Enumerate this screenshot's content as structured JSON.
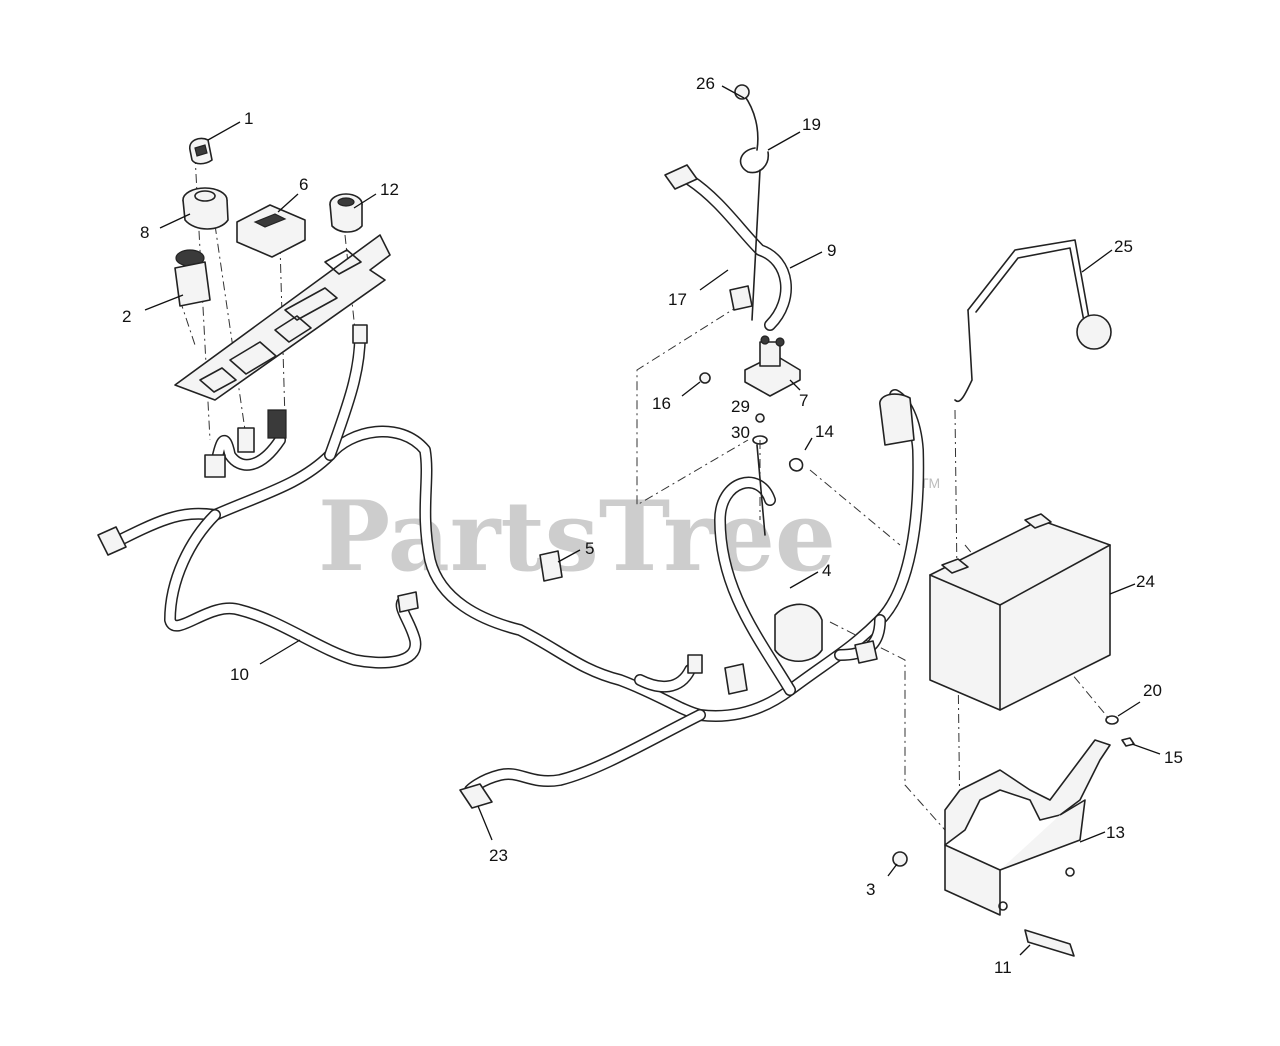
{
  "watermark": {
    "text": "PartsTree",
    "trademark": "TM"
  },
  "callouts": {
    "c1": "1",
    "c2": "2",
    "c3": "3",
    "c4": "4",
    "c5": "5",
    "c6": "6",
    "c7": "7",
    "c8": "8",
    "c9": "9",
    "c10": "10",
    "c11": "11",
    "c12": "12",
    "c13": "13",
    "c14": "14",
    "c15": "15",
    "c16": "16",
    "c17": "17",
    "c19": "19",
    "c20": "20",
    "c23": "23",
    "c24": "24",
    "c25": "25",
    "c26": "26",
    "c29": "29",
    "c30": "30"
  }
}
